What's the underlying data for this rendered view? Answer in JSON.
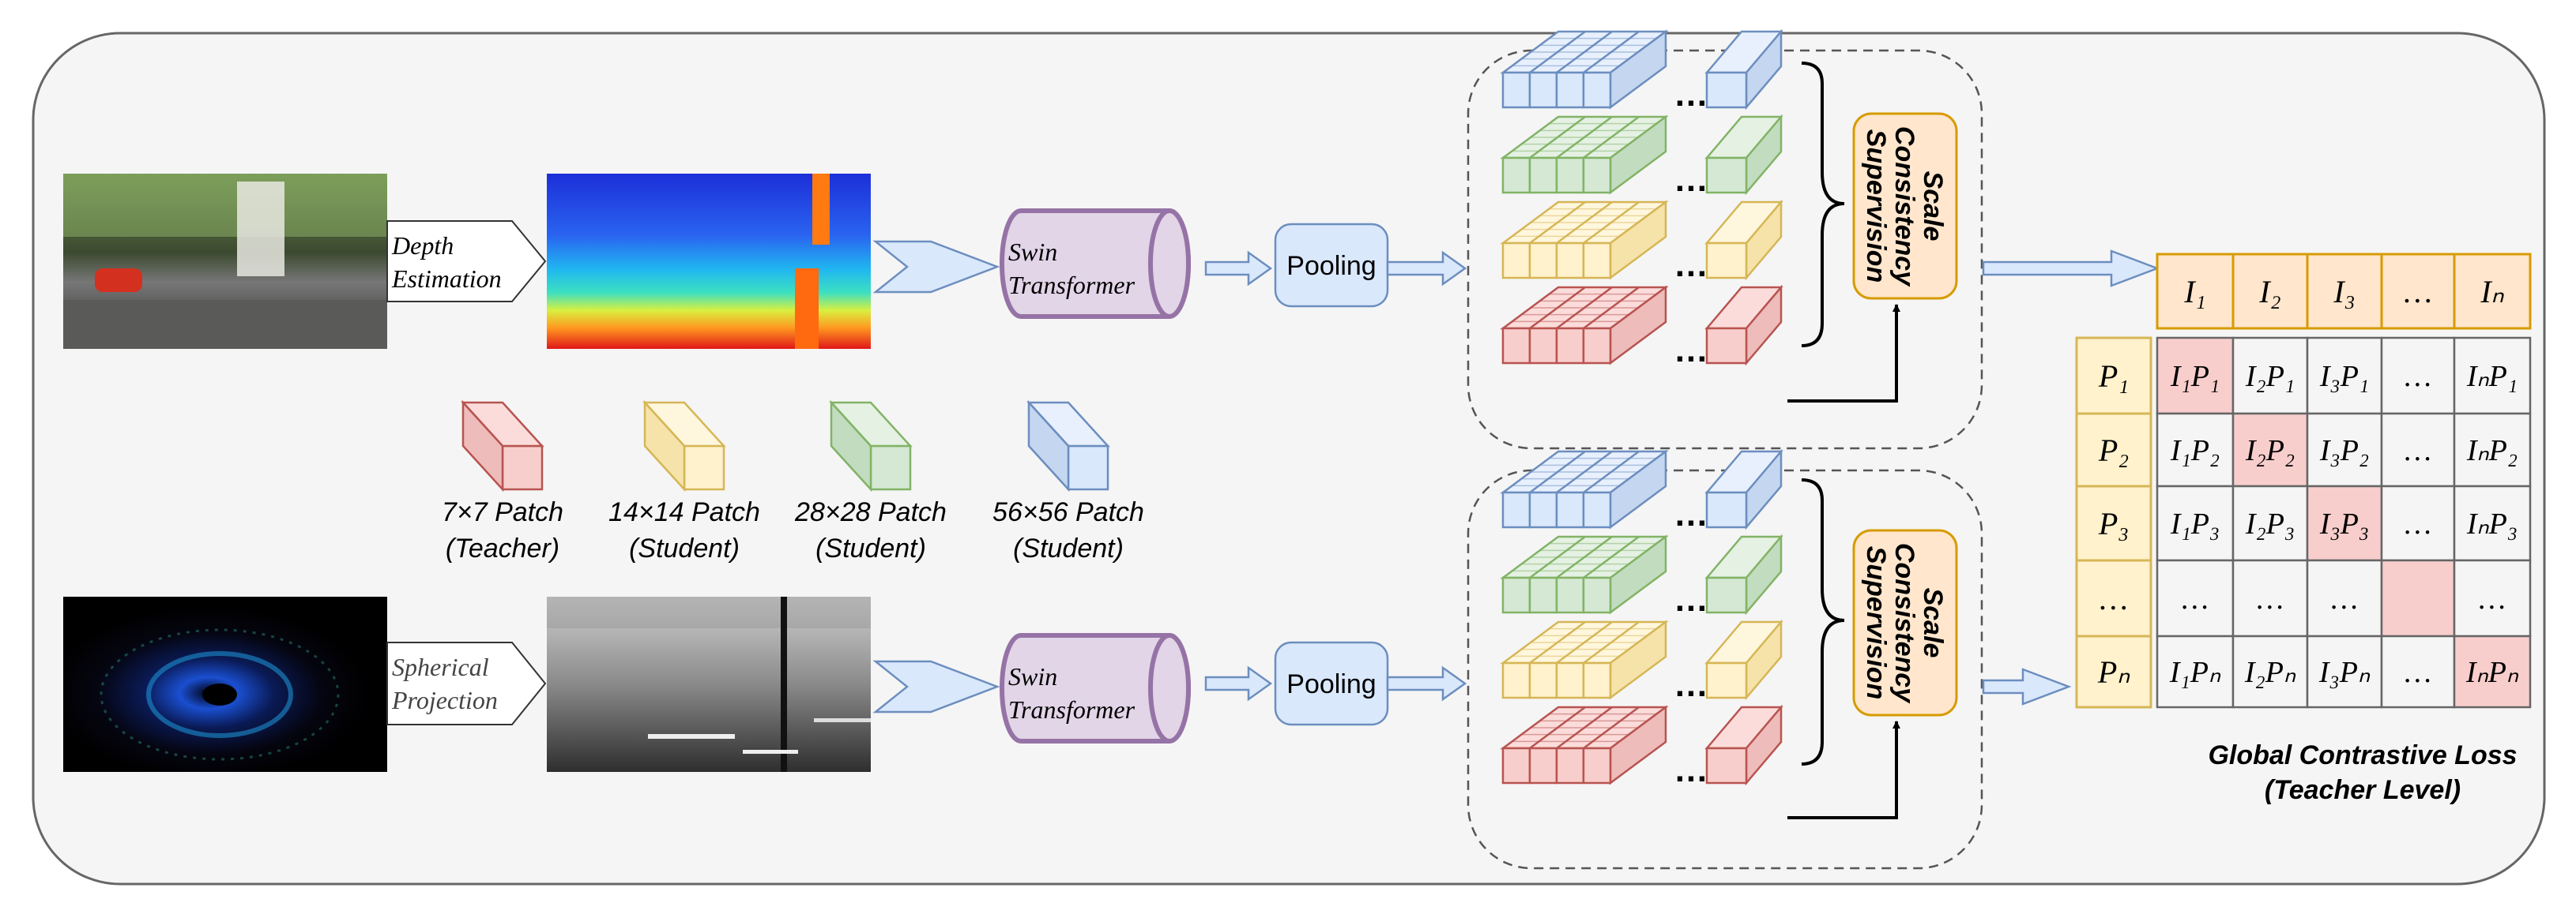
{
  "stage_labels": {
    "depth": [
      "Depth",
      "Estimation"
    ],
    "spherical": [
      "Spherical",
      "Projection"
    ]
  },
  "backbone_label": [
    "Swin",
    "Transformer"
  ],
  "pooling_label": "Pooling",
  "supervision_label": [
    "Scale",
    "Consistency",
    "Supervision"
  ],
  "legend": [
    {
      "line1": "7×7 Patch",
      "line2": "(Teacher)",
      "color": "red"
    },
    {
      "line1": "14×14 Patch",
      "line2": "(Student)",
      "color": "yellow"
    },
    {
      "line1": "28×28 Patch",
      "line2": "(Student)",
      "color": "green"
    },
    {
      "line1": "56×56 Patch",
      "line2": "(Student)",
      "color": "blue"
    }
  ],
  "ellipsis": "…",
  "colors": {
    "blue": {
      "front": "#dae8fc",
      "top": "#e8f0fd",
      "side": "#c5d6f0",
      "stroke": "#6c8ebf"
    },
    "green": {
      "front": "#d5e8d4",
      "top": "#e4f1e3",
      "side": "#c2dcc0",
      "stroke": "#82b366"
    },
    "yellow": {
      "front": "#fff2cc",
      "top": "#fff7dd",
      "side": "#f5e3a9",
      "stroke": "#d6b656"
    },
    "red": {
      "front": "#f8cecc",
      "top": "#fbdcdb",
      "side": "#eebcba",
      "stroke": "#b85450"
    },
    "orange": {
      "fill": "#ffe6cc",
      "stroke": "#d79b00"
    },
    "purple": {
      "fill": "#e1d5e7",
      "stroke": "#9673a6"
    },
    "arrow": {
      "fill": "#dae8fc",
      "stroke": "#6c8ebf"
    },
    "panel": {
      "fill": "#f5f5f5",
      "stroke": "#666666"
    },
    "diag": "#f8cecc",
    "cell_bg": "#f5f5f5"
  },
  "matrix": {
    "col_headers": [
      "I₁",
      "I₂",
      "I₃",
      "…",
      "Iₙ"
    ],
    "row_headers": [
      "P₁",
      "P₂",
      "P₃",
      "…",
      "Pₙ"
    ],
    "cells": [
      [
        "I₁P₁",
        "I₂P₁",
        "I₃P₁",
        "…",
        "IₙP₁"
      ],
      [
        "I₁P₂",
        "I₂P₂",
        "I₃P₂",
        "…",
        "IₙP₂"
      ],
      [
        "I₁P₃",
        "I₂P₃",
        "I₃P₃",
        "…",
        "IₙP₃"
      ],
      [
        "…",
        "…",
        "…",
        "…",
        "…"
      ],
      [
        "I₁Pₙ",
        "I₂Pₙ",
        "I₃Pₙ",
        "…",
        "IₙPₙ"
      ]
    ],
    "highlight": [
      [
        0,
        0
      ],
      [
        1,
        1
      ],
      [
        2,
        2
      ],
      [
        3,
        3
      ],
      [
        4,
        4
      ]
    ]
  },
  "loss_label": [
    "Global Contrastive Loss",
    "(Teacher Level)"
  ]
}
